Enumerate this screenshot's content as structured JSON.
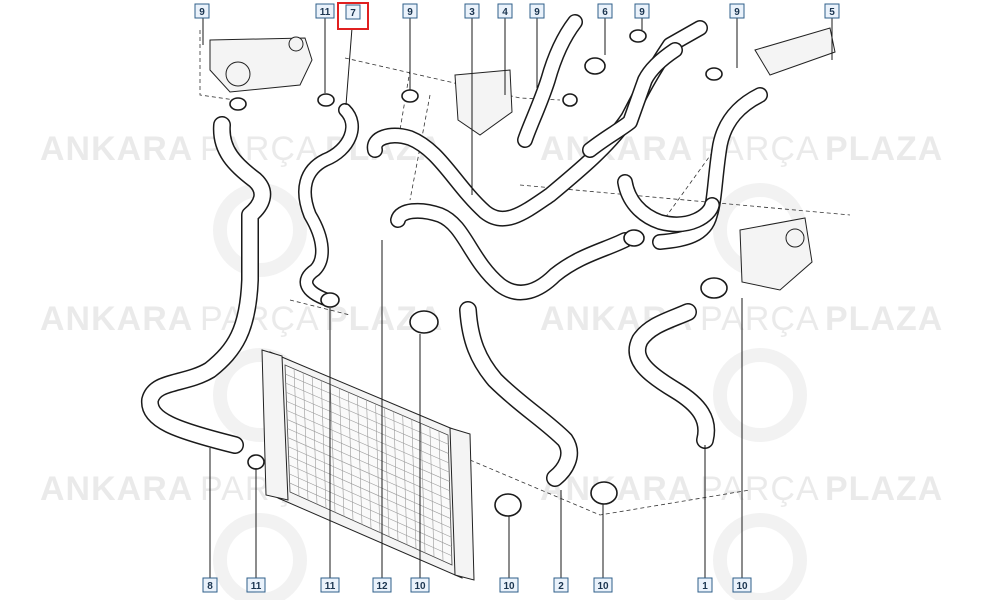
{
  "watermark": {
    "brand_a": "ANKARA",
    "brand_b": "PARÇA",
    "brand_c": "PLAZA"
  },
  "callouts": [
    {
      "id": "c-top-9a",
      "label": "9",
      "highlight": false
    },
    {
      "id": "c-top-11",
      "label": "11",
      "highlight": false
    },
    {
      "id": "c-top-7",
      "label": "7",
      "highlight": true
    },
    {
      "id": "c-top-9b",
      "label": "9",
      "highlight": false
    },
    {
      "id": "c-top-3",
      "label": "3",
      "highlight": false
    },
    {
      "id": "c-top-4",
      "label": "4",
      "highlight": false
    },
    {
      "id": "c-top-9c",
      "label": "9",
      "highlight": false
    },
    {
      "id": "c-top-6",
      "label": "6",
      "highlight": false
    },
    {
      "id": "c-top-9d",
      "label": "9",
      "highlight": false
    },
    {
      "id": "c-top-9e",
      "label": "9",
      "highlight": false
    },
    {
      "id": "c-top-5",
      "label": "5",
      "highlight": false
    },
    {
      "id": "c-bot-8",
      "label": "8",
      "highlight": false
    },
    {
      "id": "c-bot-11a",
      "label": "11",
      "highlight": false
    },
    {
      "id": "c-bot-11b",
      "label": "11",
      "highlight": false
    },
    {
      "id": "c-bot-12",
      "label": "12",
      "highlight": false
    },
    {
      "id": "c-bot-10a",
      "label": "10",
      "highlight": false
    },
    {
      "id": "c-bot-10b",
      "label": "10",
      "highlight": false
    },
    {
      "id": "c-bot-2",
      "label": "2",
      "highlight": false
    },
    {
      "id": "c-bot-10c",
      "label": "10",
      "highlight": false
    },
    {
      "id": "c-bot-1",
      "label": "1",
      "highlight": false
    },
    {
      "id": "c-bot-10d",
      "label": "10",
      "highlight": false
    }
  ],
  "colors": {
    "accent_highlight": "#e02020",
    "callout_fill": "#eaf2fb",
    "callout_stroke": "#2f5f8a"
  }
}
